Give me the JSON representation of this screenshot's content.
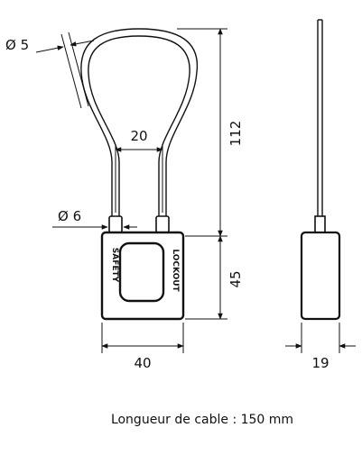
{
  "drawing": {
    "dimensions": {
      "cable_diameter": "Ø 5",
      "shackle_diameter": "Ø 6",
      "shackle_spacing": "20",
      "total_height": "112",
      "body_height": "45",
      "body_width": "40",
      "body_thickness": "19"
    },
    "body_markings": {
      "left": "SAFETY",
      "right": "LOCKOUT"
    },
    "caption": "Longueur de cable : 150 mm"
  }
}
